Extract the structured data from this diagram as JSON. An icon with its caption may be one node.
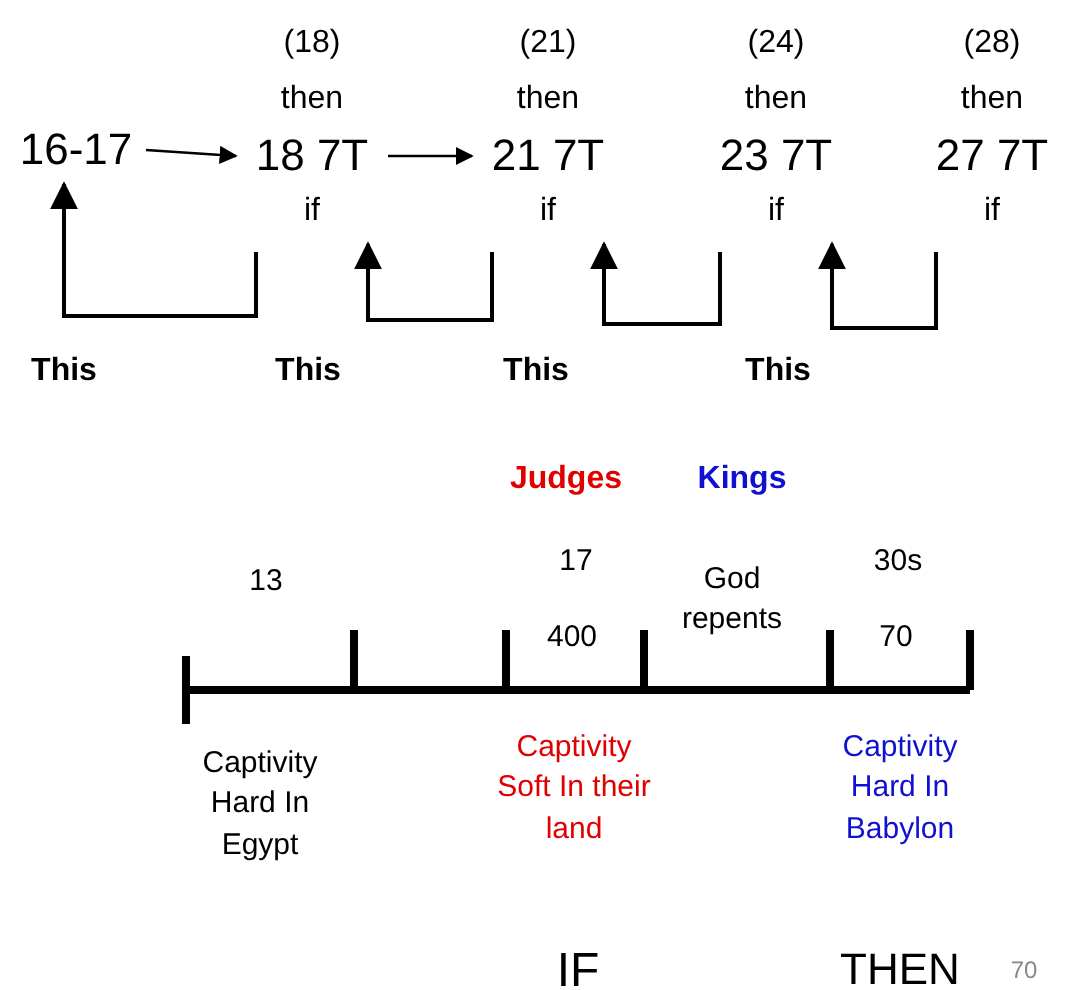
{
  "diagram": {
    "nodes": [
      {
        "text": [
          "16-17"
        ]
      },
      {
        "text": [
          "(18)",
          "then",
          "18 7T",
          "if"
        ]
      },
      {
        "text": [
          "(21)",
          "then",
          "21 7T",
          "if"
        ]
      },
      {
        "text": [
          "(24)",
          "then",
          "23 7T",
          "if"
        ]
      },
      {
        "text": [
          "(28)",
          "then",
          "27 7T",
          "if"
        ]
      }
    ],
    "edges": [
      {
        "from": 0,
        "to": 1,
        "arrow": "to"
      },
      {
        "from": 1,
        "to": 2,
        "arrow": "to"
      },
      {
        "from": 1,
        "to": 0,
        "arrow": "to"
      },
      {
        "from": 2,
        "to": 1,
        "arrow": "to"
      },
      {
        "from": 3,
        "to": 2,
        "arrow": "to"
      },
      {
        "from": 4,
        "to": 3,
        "arrow": "to"
      }
    ],
    "labels": [
      "This",
      "This",
      "This",
      "This",
      "Judges",
      "Kings",
      "13",
      "17",
      "God repents",
      "30s",
      "400",
      "70",
      "Captivity Hard In Egypt",
      "Captivity Soft In their land",
      "Captivity Hard In Babylon",
      "IF",
      "THEN",
      "70"
    ]
  }
}
